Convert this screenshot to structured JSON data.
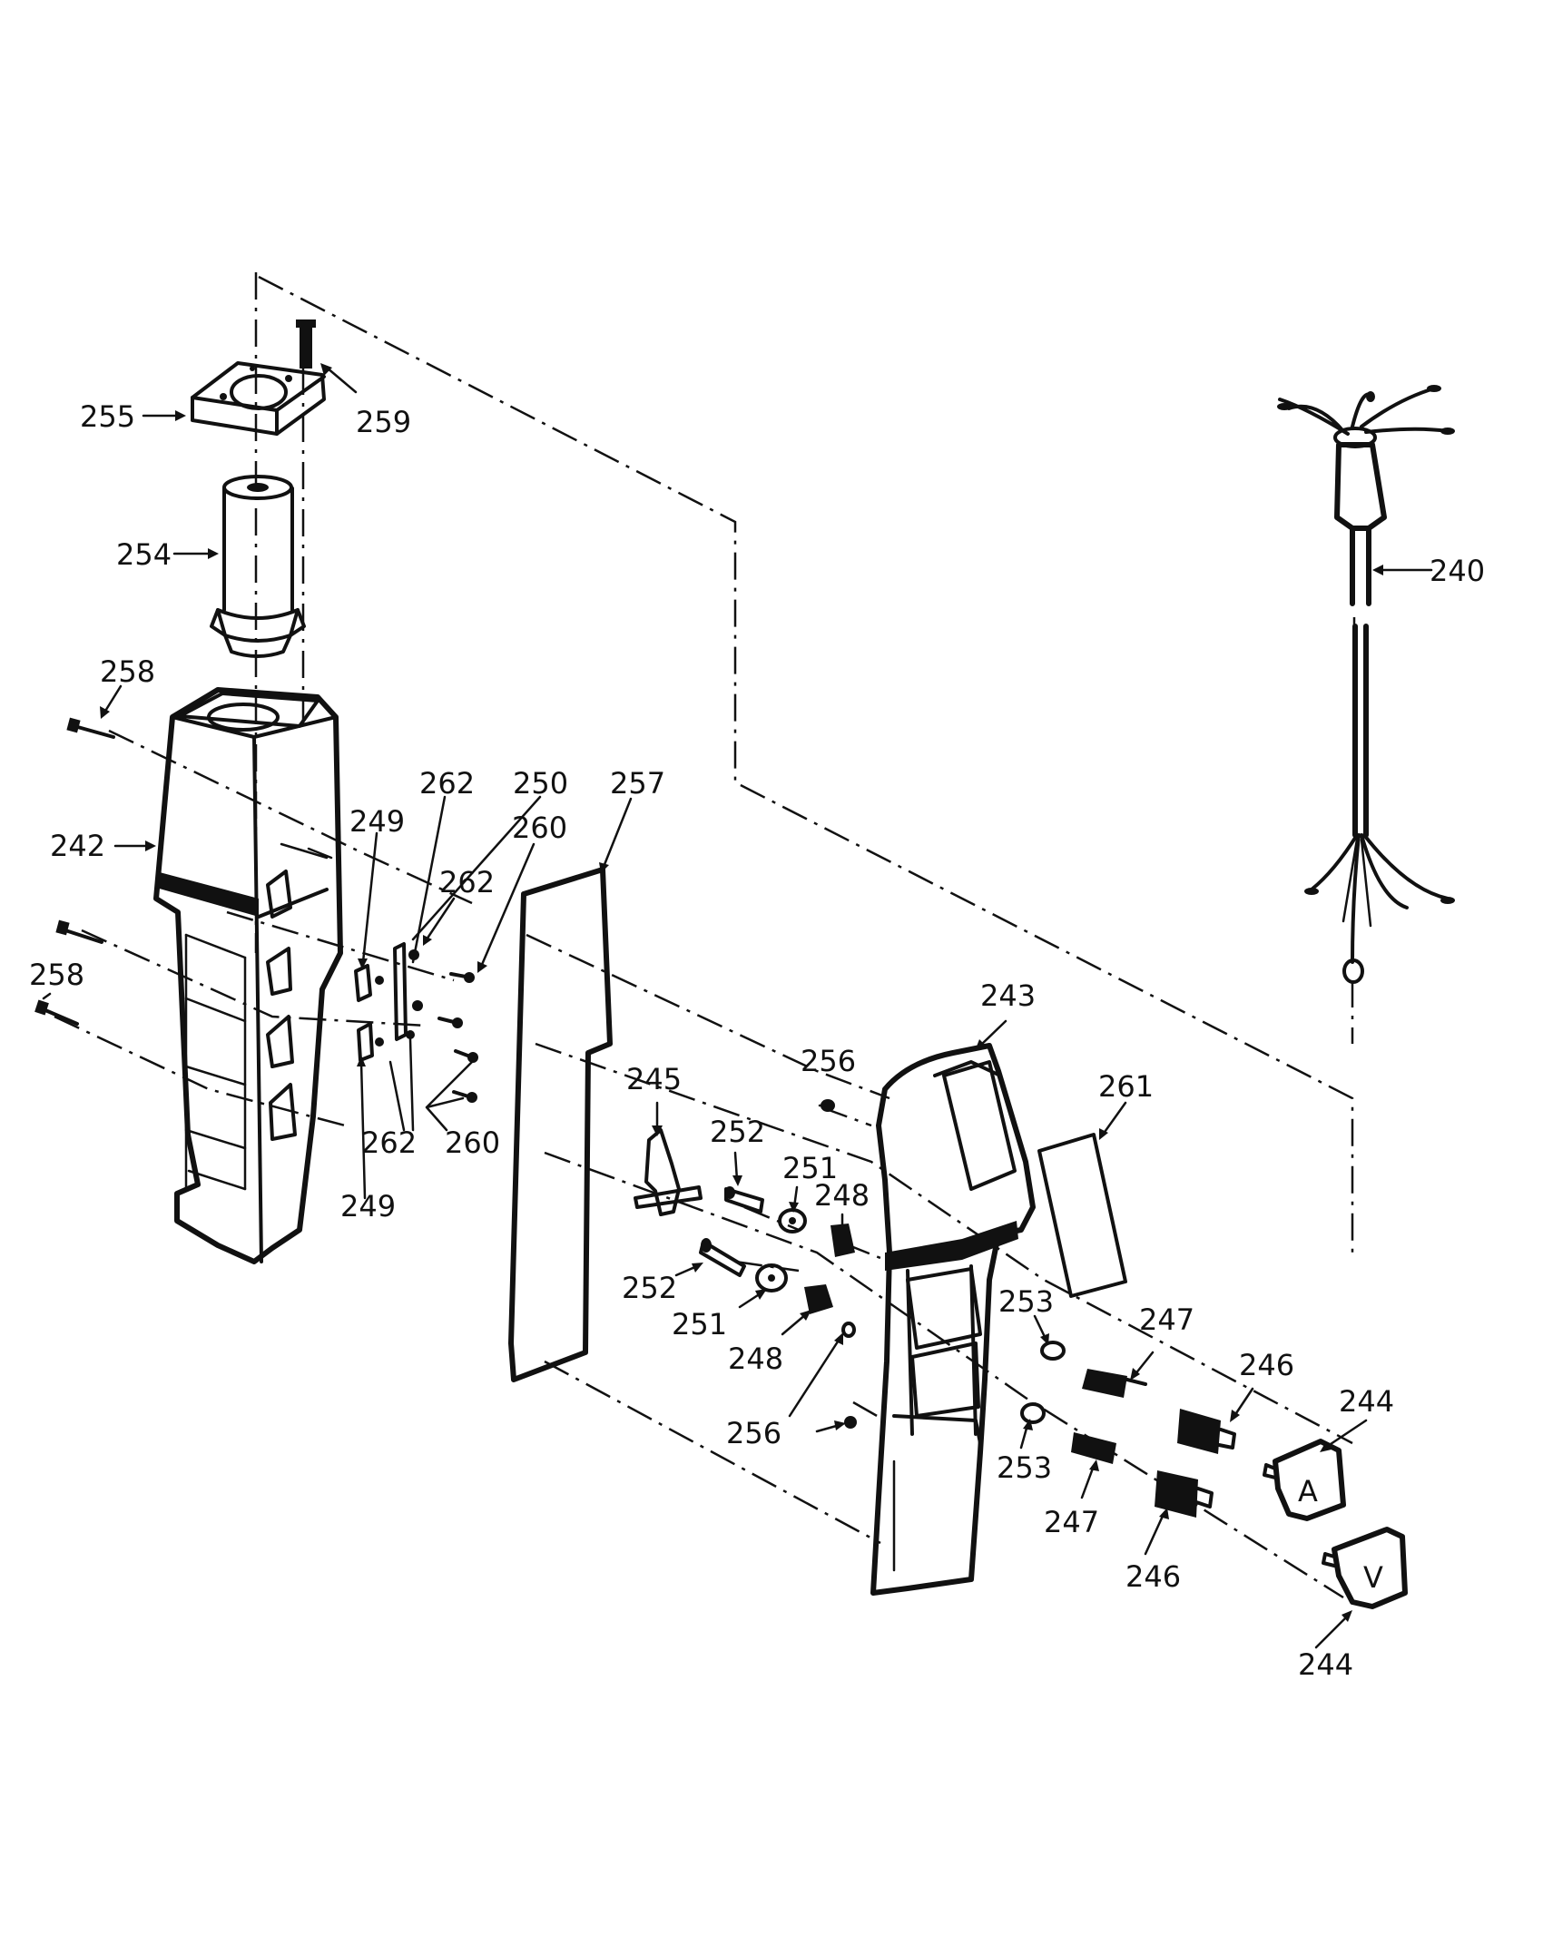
{
  "diagram": {
    "colors": {
      "ink": "#111111",
      "paper": "#ffffff"
    },
    "parts": {
      "p240": "240",
      "p242": "242",
      "p243": "243",
      "p244a": "244",
      "p244b": "244",
      "p245": "245",
      "p246a": "246",
      "p246b": "246",
      "p247a": "247",
      "p247b": "247",
      "p248a": "248",
      "p248b": "248",
      "p249a": "249",
      "p249b": "249",
      "p250": "250",
      "p251a": "251",
      "p251b": "251",
      "p252a": "252",
      "p252b": "252",
      "p253a": "253",
      "p253b": "253",
      "p254": "254",
      "p255": "255",
      "p256a": "256",
      "p256b": "256",
      "p257": "257",
      "p258a": "258",
      "p258b": "258",
      "p259": "259",
      "p260a": "260",
      "p260b": "260",
      "p261": "261",
      "p262a": "262",
      "p262b": "262",
      "p262c": "262"
    },
    "button_glyphs": {
      "up": "A",
      "down": "V"
    }
  }
}
